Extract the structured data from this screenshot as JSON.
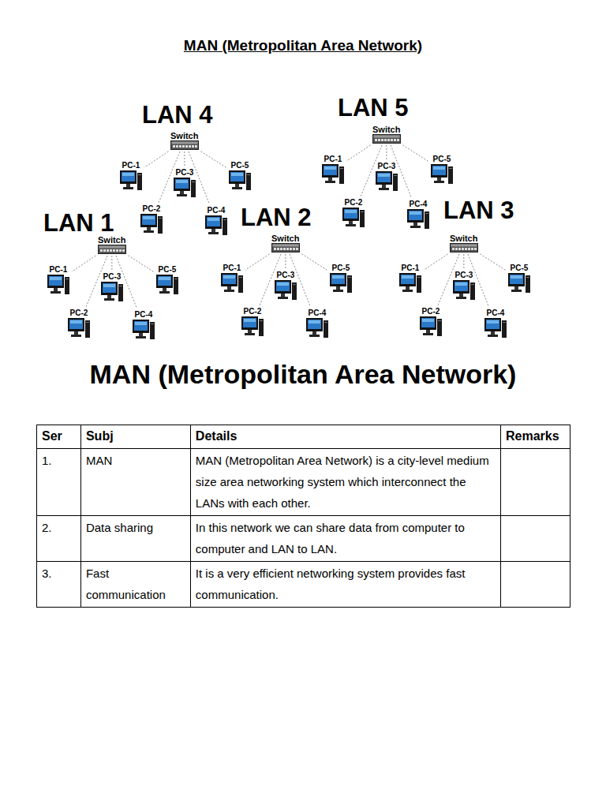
{
  "diagram": {
    "title": "MAN (Metropolitan Area Network)",
    "caption": "MAN (Metropolitan Area Network)",
    "nodes": [
      {
        "text": [
          "Switch"
        ]
      },
      {
        "text": [
          "PC-1"
        ]
      },
      {
        "text": [
          "PC-2"
        ]
      },
      {
        "text": [
          "PC-3"
        ]
      },
      {
        "text": [
          "PC-4"
        ]
      },
      {
        "text": [
          "PC-5"
        ]
      },
      {
        "text": [
          "Switch"
        ]
      },
      {
        "text": [
          "PC-1"
        ]
      },
      {
        "text": [
          "PC-2"
        ]
      },
      {
        "text": [
          "PC-3"
        ]
      },
      {
        "text": [
          "PC-4"
        ]
      },
      {
        "text": [
          "PC-5"
        ]
      },
      {
        "text": [
          "Switch"
        ]
      },
      {
        "text": [
          "PC-1"
        ]
      },
      {
        "text": [
          "PC-2"
        ]
      },
      {
        "text": [
          "PC-3"
        ]
      },
      {
        "text": [
          "PC-4"
        ]
      },
      {
        "text": [
          "PC-5"
        ]
      },
      {
        "text": [
          "Switch"
        ]
      },
      {
        "text": [
          "PC-1"
        ]
      },
      {
        "text": [
          "PC-2"
        ]
      },
      {
        "text": [
          "PC-3"
        ]
      },
      {
        "text": [
          "PC-4"
        ]
      },
      {
        "text": [
          "PC-5"
        ]
      },
      {
        "text": [
          "Switch"
        ]
      },
      {
        "text": [
          "PC-1"
        ]
      },
      {
        "text": [
          "PC-2"
        ]
      },
      {
        "text": [
          "PC-3"
        ]
      },
      {
        "text": [
          "PC-4"
        ]
      },
      {
        "text": [
          "PC-5"
        ]
      }
    ],
    "edges": [
      {
        "from": 0,
        "to": 1,
        "arrow": "none"
      },
      {
        "from": 0,
        "to": 2,
        "arrow": "none"
      },
      {
        "from": 0,
        "to": 3,
        "arrow": "none"
      },
      {
        "from": 0,
        "to": 4,
        "arrow": "none"
      },
      {
        "from": 0,
        "to": 5,
        "arrow": "none"
      },
      {
        "from": 6,
        "to": 7,
        "arrow": "none"
      },
      {
        "from": 6,
        "to": 8,
        "arrow": "none"
      },
      {
        "from": 6,
        "to": 9,
        "arrow": "none"
      },
      {
        "from": 6,
        "to": 10,
        "arrow": "none"
      },
      {
        "from": 6,
        "to": 11,
        "arrow": "none"
      },
      {
        "from": 12,
        "to": 13,
        "arrow": "none"
      },
      {
        "from": 12,
        "to": 14,
        "arrow": "none"
      },
      {
        "from": 12,
        "to": 15,
        "arrow": "none"
      },
      {
        "from": 12,
        "to": 16,
        "arrow": "none"
      },
      {
        "from": 12,
        "to": 17,
        "arrow": "none"
      },
      {
        "from": 18,
        "to": 19,
        "arrow": "none"
      },
      {
        "from": 18,
        "to": 20,
        "arrow": "none"
      },
      {
        "from": 18,
        "to": 21,
        "arrow": "none"
      },
      {
        "from": 18,
        "to": 22,
        "arrow": "none"
      },
      {
        "from": 18,
        "to": 23,
        "arrow": "none"
      },
      {
        "from": 24,
        "to": 25,
        "arrow": "none"
      },
      {
        "from": 24,
        "to": 26,
        "arrow": "none"
      },
      {
        "from": 24,
        "to": 27,
        "arrow": "none"
      },
      {
        "from": 24,
        "to": 28,
        "arrow": "none"
      },
      {
        "from": 24,
        "to": 29,
        "arrow": "none"
      }
    ],
    "labels": [
      "LAN 4",
      "LAN 5",
      "LAN 1",
      "LAN 2",
      "LAN 3",
      "Ser",
      "Subj",
      "Details",
      "Remarks",
      "1.",
      "MAN",
      "MAN (Metropolitan Area Network) is a city-level medium size area networking system which interconnect the LANs with each other.",
      "2.",
      "Data sharing",
      "In this network we can share data from computer to computer and LAN to LAN.",
      "3.",
      "Fast communication",
      "It is a very efficient networking system provides fast communication."
    ]
  }
}
